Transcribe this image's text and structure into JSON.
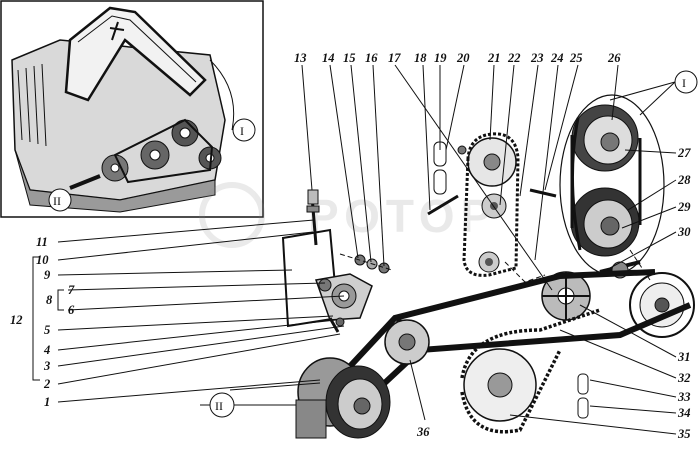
{
  "figure": {
    "callouts": {
      "n1": "1",
      "n2": "2",
      "n3": "3",
      "n4": "4",
      "n5": "5",
      "n6": "6",
      "n7": "7",
      "n8": "8",
      "n9": "9",
      "n10": "10",
      "n11": "11",
      "n12": "12",
      "n13": "13",
      "n14": "14",
      "n15": "15",
      "n16": "16",
      "n17": "17",
      "n18": "18",
      "n19": "19",
      "n20": "20",
      "n21": "21",
      "n22": "22",
      "n23": "23",
      "n24": "24",
      "n25": "25",
      "n26": "26",
      "n27": "27",
      "n28": "28",
      "n29": "29",
      "n30": "30",
      "n31": "31",
      "n32": "32",
      "n33": "33",
      "n34": "34",
      "n35": "35",
      "n36": "36"
    },
    "view_markers": {
      "I_inset": "I",
      "II_inset": "II",
      "I_right": "I",
      "II_bottom": "II"
    },
    "watermark": "РОТОР"
  }
}
